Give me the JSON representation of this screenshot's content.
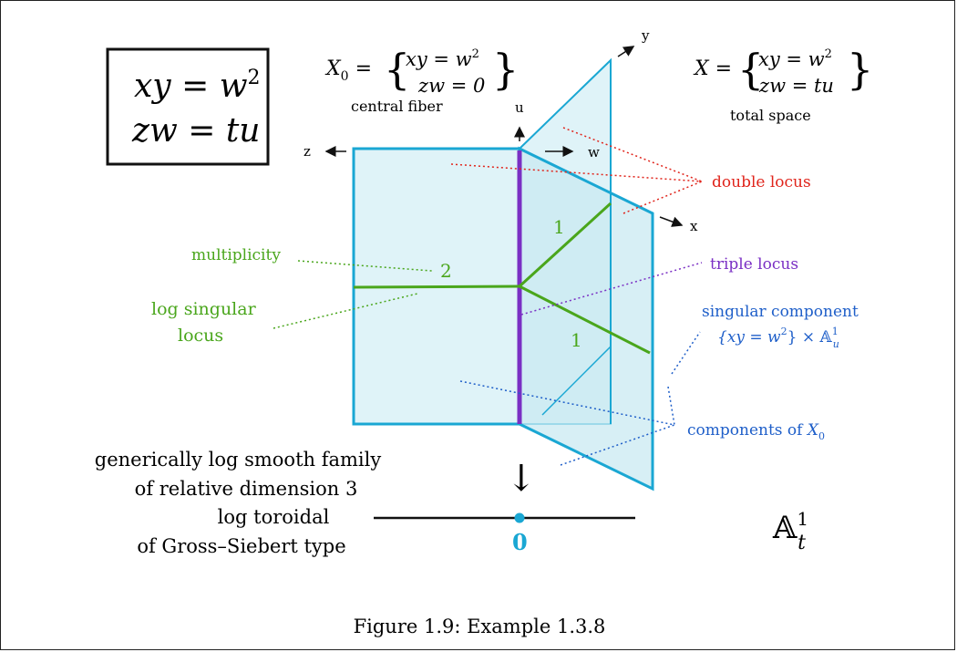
{
  "colors": {
    "cyan": "#1aa7d3",
    "cyan_fill": "#dff3f8",
    "cyan_fill_dark": "#c9e9f2",
    "green": "#4aa61c",
    "purple": "#7a2fc4",
    "red": "#e0241b",
    "blue": "#1f5fc9",
    "black": "#111111"
  },
  "equation_box": {
    "line1_lhs": "xy",
    "line1_rhs_base": "w",
    "line1_rhs_exp": "2",
    "line2_lhs": "zw",
    "line2_rhs": "tu"
  },
  "central_fiber": {
    "name": "X",
    "name_sub": "0",
    "row1": "xy = w",
    "row1_exp": "2",
    "row2": "zw = 0",
    "caption": "central fiber"
  },
  "total_space": {
    "name": "X",
    "row1": "xy = w",
    "row1_exp": "2",
    "row2": "zw = tu",
    "caption": "total space"
  },
  "axes": {
    "z": "z",
    "u": "u",
    "w": "w",
    "y": "y",
    "x": "x"
  },
  "labels": {
    "double_locus": "double locus",
    "triple_locus": "triple locus",
    "multiplicity": "multiplicity",
    "log_singular_line1": "log singular",
    "log_singular_line2": "locus",
    "singular_component_line1": "singular component",
    "singular_component_set": "{xy = w",
    "singular_component_exp": "2",
    "singular_component_tail": "} × 𝔸",
    "singular_component_sup": "1",
    "singular_component_sub": "u",
    "components_prefix": "components of ",
    "components_var": "X",
    "components_sub": "0",
    "mult_2": "2",
    "mult_1_upper": "1",
    "mult_1_lower": "1"
  },
  "family_text": {
    "line1": "generically log smooth family",
    "line2": "of relative dimension 3",
    "line3": "log toroidal",
    "line4": "of Gross–Siebert type"
  },
  "base": {
    "origin_label": "0",
    "line_symbol": "𝔸",
    "line_sup": "1",
    "line_sub": "t",
    "arrow_symbol": "↓"
  },
  "caption": "Figure 1.9: Example 1.3.8"
}
